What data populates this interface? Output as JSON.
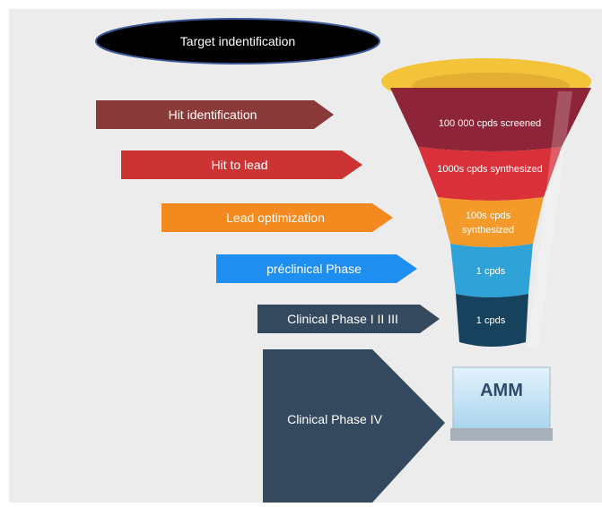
{
  "target": {
    "label": "Target indentification"
  },
  "arrows": [
    {
      "key": "hit-identification",
      "label": "Hit identification",
      "color": "#8b3a3a"
    },
    {
      "key": "hit-to-lead",
      "label": "Hit to lead",
      "color": "#cc3333"
    },
    {
      "key": "lead-optimization",
      "label": "Lead optimization",
      "color": "#f48a1f"
    },
    {
      "key": "preclinical",
      "label": "préclinical Phase",
      "color": "#1f8ef1"
    },
    {
      "key": "clinical-1-2-3",
      "label": "Clinical Phase I II III",
      "color": "#34495e"
    },
    {
      "key": "clinical-4",
      "label": "Clinical Phase IV",
      "color": "#34495e"
    }
  ],
  "funnel": {
    "rim_color": "#f3c43a",
    "levels": [
      {
        "label_lines": [
          "100 000  cpds screened"
        ],
        "color": "#8e2438"
      },
      {
        "label_lines": [
          "1000s  cpds synthesized"
        ],
        "color": "#d9303a"
      },
      {
        "label_lines": [
          "100s  cpds",
          "synthesized"
        ],
        "color": "#f39a2b"
      },
      {
        "label_lines": [
          "1  cpds"
        ],
        "color": "#2fa3d8"
      },
      {
        "label_lines": [
          "1  cpds"
        ],
        "color": "#17425e"
      }
    ]
  },
  "amm": {
    "label": "AMM",
    "color": "#bfe1f5"
  }
}
